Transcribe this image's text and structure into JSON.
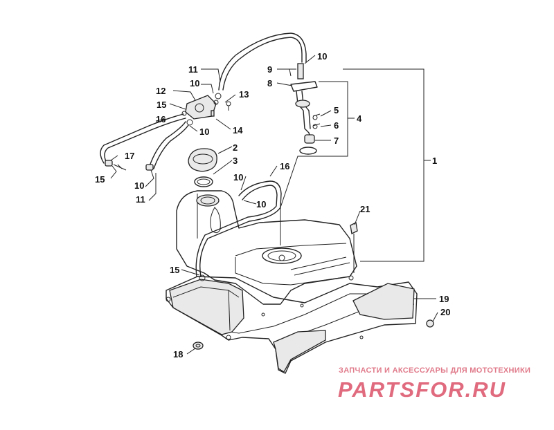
{
  "callouts": {
    "c1": "1",
    "c2": "2",
    "c3": "3",
    "c4": "4",
    "c5": "5",
    "c6": "6",
    "c7": "7",
    "c8": "8",
    "c9": "9",
    "c10a": "10",
    "c10b": "10",
    "c10c": "10",
    "c10d": "10",
    "c10e": "10",
    "c10f": "10",
    "c11a": "11",
    "c11b": "11",
    "c12": "12",
    "c13": "13",
    "c14": "14",
    "c15a": "15",
    "c15b": "15",
    "c15c": "15",
    "c16a": "16",
    "c16b": "16",
    "c17": "17",
    "c18": "18",
    "c19": "19",
    "c20": "20",
    "c21": "21"
  },
  "watermark": {
    "tagline": "ЗАПЧАСТИ И АКСЕССУАРЫ ДЛЯ МОТОТЕХНИКИ",
    "logo": "PARTSFOR.RU",
    "color": "#e06a7e"
  }
}
